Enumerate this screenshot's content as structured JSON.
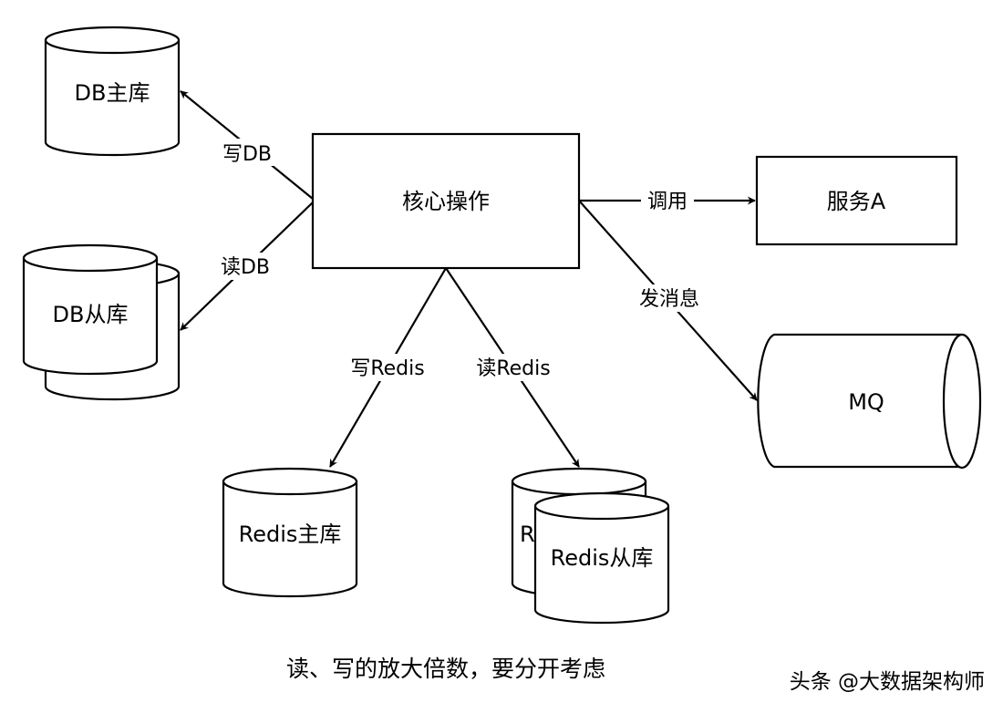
{
  "diagram": {
    "nodes": {
      "core": "核心操作",
      "db_master": "DB主库",
      "db_slave": "DB从库",
      "service_a": "服务A",
      "mq": "MQ",
      "redis_master": "Redis主库",
      "redis_slave": "Redis从库",
      "redis_slave_back_partial": "R"
    },
    "edges": {
      "write_db": "写DB",
      "read_db": "读DB",
      "call": "调用",
      "send_msg": "发消息",
      "write_redis": "写Redis",
      "read_redis": "读Redis"
    }
  },
  "caption": "读、写的放大倍数，要分开考虑",
  "watermark": "头条 @大数据架构师",
  "colors": {
    "stroke": "#000000",
    "background": "#ffffff"
  }
}
